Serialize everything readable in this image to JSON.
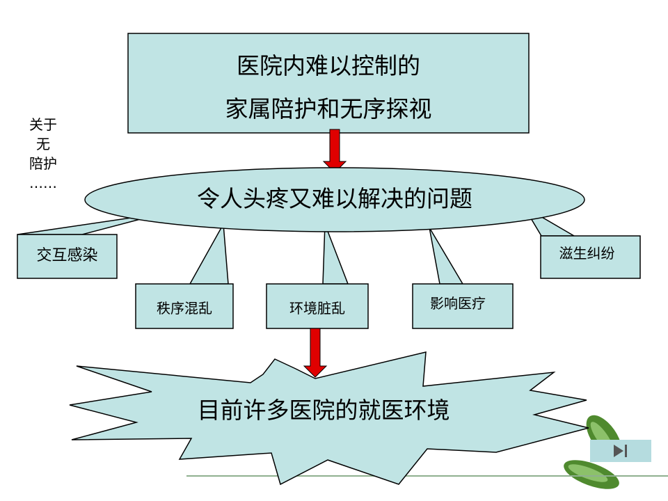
{
  "header_box": {
    "line1": "医院内难以控制的",
    "line2": "家属陪护和无序探视"
  },
  "side_note": {
    "line1": "关于",
    "line2": "无",
    "line3": "陪护",
    "line4": "……"
  },
  "problem_oval": {
    "label": "令人头疼又难以解决的问题"
  },
  "problems": [
    {
      "label": "交互感染"
    },
    {
      "label": "秩序混乱"
    },
    {
      "label": "环境脏乱"
    },
    {
      "label": "影响医疗"
    },
    {
      "label": "滋生纠纷"
    }
  ],
  "result": {
    "label": "目前许多医院的就医环境"
  },
  "nav": {
    "icon": "skip-to-end-icon"
  },
  "colors": {
    "box_fill": "#c0e4e4",
    "stroke": "#000000",
    "arrow": "#e00000"
  }
}
